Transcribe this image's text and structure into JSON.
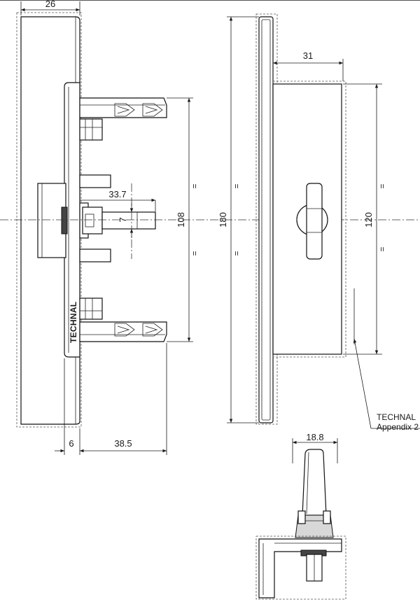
{
  "dimensions": {
    "left_width": "26",
    "stem_length": "33.7",
    "stem_size": "7",
    "left_height": "108",
    "base_offset": "6",
    "projection": "38.5",
    "front_depth": "31",
    "overall_height": "180",
    "plate_height": "120",
    "bottom_width": "18.8"
  },
  "equal_marks": {
    "left_upper": "=",
    "left_lower": "=",
    "front_upper": "=",
    "front_lower": "=",
    "right_upper": "=",
    "right_lower": "="
  },
  "labels": {
    "brand": "TECHNAL",
    "note_line1": "TECHNAL",
    "note_line2": "Appendix 2"
  }
}
